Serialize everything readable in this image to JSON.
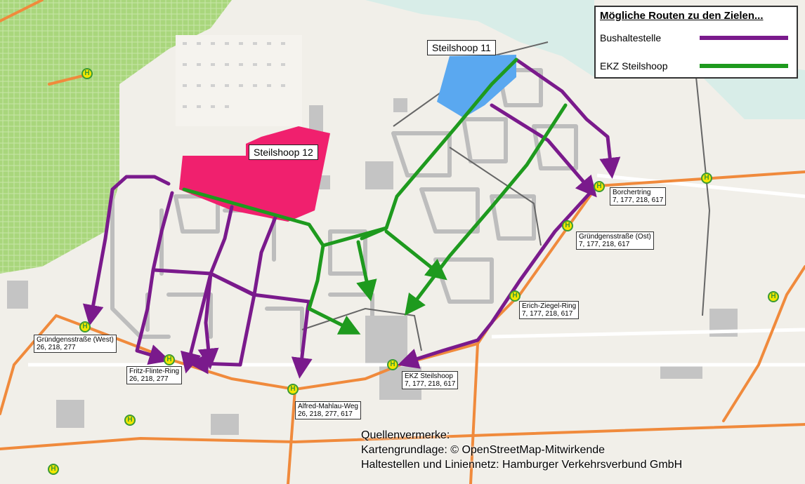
{
  "legend": {
    "title": "Mögliche Routen zu den Zielen...",
    "items": [
      {
        "label": "Bushaltestelle",
        "color": "#7a1a8c"
      },
      {
        "label": "EKZ Steilshoop",
        "color": "#1e9a1e"
      }
    ]
  },
  "areas": {
    "steilshoop12": "Steilshoop 12",
    "steilshoop11": "Steilshoop 11"
  },
  "stops": [
    {
      "name": "Gründgensstraße (West)",
      "lines": "26, 218, 277"
    },
    {
      "name": "Fritz-Flinte-Ring",
      "lines": "26, 218, 277"
    },
    {
      "name": "Alfred-Mahlau-Weg",
      "lines": "26, 218, 277, 617"
    },
    {
      "name": "EKZ Steilshoop",
      "lines": "7, 177, 218, 617"
    },
    {
      "name": "Erich-Ziegel-Ring",
      "lines": "7, 177, 218, 617"
    },
    {
      "name": "Gründgensstraße (Ost)",
      "lines": "7, 177, 218, 617"
    },
    {
      "name": "Borchertring",
      "lines": "7, 177, 218, 617"
    }
  ],
  "stop_icon_letter": "H",
  "credits": {
    "heading": "Quellenvermerke:",
    "line1": "Kartengrundlage: © OpenStreetMap-Mitwirkende",
    "line2": "Haltestellen und Liniennetz: Hamburger Verkehrsverbund GmbH"
  },
  "colors": {
    "bus_route": "#7a1a8c",
    "ekz_route": "#1e9a1e",
    "steilshoop12": "#f0206e",
    "steilshoop11": "#5aa8f0",
    "park": "#a8d67a",
    "water": "#d6ede6",
    "main_road": "#f08a3c"
  }
}
